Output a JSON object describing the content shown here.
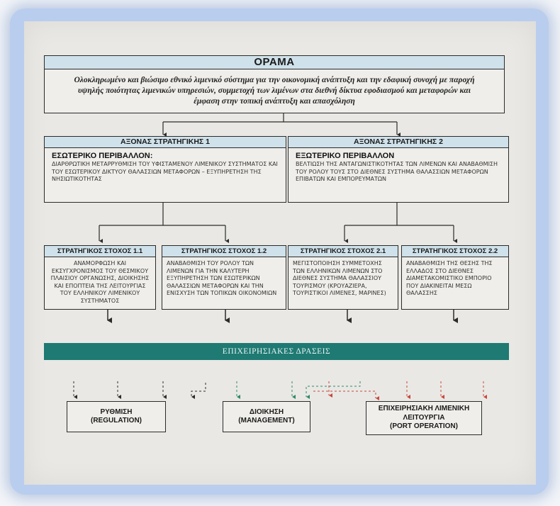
{
  "vision": {
    "title": "ΟΡΑΜΑ",
    "text": "Ολοκληρωμένο και βιώσιμο εθνικό λιμενικό σύστημα για την οικονομική ανάπτυξη και την εδαφική συνοχή με παροχή υψηλής ποιότητας λιμενικών υπηρεσιών, συμμετοχή των λιμένων στα διεθνή δίκτυα εφοδιασμού και μεταφορών και έμφαση στην τοπική ανάπτυξη και απασχόληση"
  },
  "axes": [
    {
      "title": "ΑΞΟΝΑΣ ΣΤΡΑΤΗΓΙΚΗΣ 1",
      "subtitle": "ΕΣΩΤΕΡΙΚΟ ΠΕΡΙΒΑΛΛΟΝ:",
      "text": "ΔΙΑΡΘΡΩΤΙΚΗ ΜΕΤΑΡΡΥΘΜΙΣΗ ΤΟΥ ΥΦΙΣΤΑΜΕΝΟΥ ΛΙΜΕΝΙΚΟΥ ΣΥΣΤΗΜΑΤΟΣ ΚΑΙ ΤΟΥ ΕΣΩΤΕΡΙΚΟΥ ΔΙΚΤΥΟΥ ΘΑΛΑΣΣΙΩΝ ΜΕΤΑΦΟΡΩΝ – ΕΞΥΠΗΡΕΤΗΣΗ ΤΗΣ ΝΗΣΙΩΤΙΚΟΤΗΤΑΣ"
    },
    {
      "title": "ΑΞΟΝΑΣ ΣΤΡΑΤΗΓΙΚΗΣ 2",
      "subtitle": "ΕΞΩΤΕΡΙΚΟ ΠΕΡΙΒΑΛΛΟΝ",
      "text": "ΒΕΛΤΙΩΣΗ ΤΗΣ ΑΝΤΑΓΩΝΙΣΤΙΚΟΤΗΤΑΣ ΤΩΝ ΛΙΜΕΝΩΝ ΚΑΙ ΑΝΑΒΑΘΜΙΣΗ ΤΟΥ ΡΟΛΟΥ ΤΟΥΣ ΣΤΟ ΔΙΕΘΝΕΣ ΣΥΣΤΗΜΑ ΘΑΛΑΣΣΙΩΝ ΜΕΤΑΦΟΡΩΝ ΕΠΙΒΑΤΩΝ ΚΑΙ ΕΜΠΟΡΕΥΜΑΤΩΝ"
    }
  ],
  "goals": [
    {
      "title": "ΣΤΡΑΤΗΓΙΚΟΣ ΣΤΟΧΟΣ 1.1",
      "text": "ΑΝΑΜΟΡΦΩΣΗ ΚΑΙ ΕΚΣΥΓΧΡΟΝΙΣΜΟΣ ΤΟΥ ΘΕΣΜΙΚΟΥ ΠΛΑΙΣΙΟΥ ΟΡΓΑΝΩΣΗΣ, ΔΙΟΙΚΗΣΗΣ ΚΑΙ ΕΠΟΠΤΕΙΑ ΤΗΣ ΛΕΙΤΟΥΡΓΙΑΣ ΤΟΥ ΕΛΛΗΝΙΚΟΥ ΛΙΜΕΝΙΚΟΥ ΣΥΣΤΗΜΑΤΟΣ"
    },
    {
      "title": "ΣΤΡΑΤΗΓΙΚΟΣ ΣΤΟΧΟΣ 1.2",
      "text": "ΑΝΑΒΑΘΜΙΣΗ ΤΟΥ ΡΟΛΟΥ ΤΩΝ ΛΙΜΕΝΩΝ ΓΙΑ ΤΗΝ ΚΑΛΥΤΕΡΗ ΕΞΥΠΗΡΕΤΗΣΗ ΤΩΝ ΕΣΩΤΕΡΙΚΩΝ ΘΑΛΑΣΣΙΩΝ ΜΕΤΑΦΟΡΩΝ ΚΑΙ ΤΗΝ ΕΝΙΣΧΥΣΗ ΤΩΝ ΤΟΠΙΚΩΝ ΟΙΚΟΝΟΜΙΩΝ"
    },
    {
      "title": "ΣΤΡΑΤΗΓΙΚΟΣ ΣΤΟΧΟΣ 2.1",
      "text": "ΜΕΓΙΣΤΟΠΟΙΗΣΗ ΣΥΜΜΕΤΟΧΗΣ ΤΩΝ ΕΛΛΗΝΙΚΩΝ ΛΙΜΕΝΩΝ ΣΤΟ ΔΙΕΘΝΕΣ ΣΥΣΤΗΜΑ ΘΑΛΑΣΣΙΟΥ ΤΟΥΡΙΣΜΟΥ (ΚΡΟΥΑΖΙΕΡΑ, ΤΟΥΡΙΣΤΙΚΟΙ ΛΙΜΕΝΕΣ, ΜΑΡΙΝΕΣ)"
    },
    {
      "title": "ΣΤΡΑΤΗΓΙΚΟΣ ΣΤΟΧΟΣ 2.2",
      "text": "ΑΝΑΒΑΘΜΙΣΗ ΤΗΣ ΘΕΣΗΣ ΤΗΣ ΕΛΛΑΔΟΣ ΣΤΟ ΔΙΕΘΝΕΣ ΔΙΑΜΕΤΑΚΟΜΙΣΤΙΚΟ ΕΜΠΟΡΙΟ ΠΟΥ ΔΙΑΚΙΝΕΙΤΑΙ ΜΕΣΩ ΘΑΛΑΣΣΗΣ"
    }
  ],
  "actions_band": "ΕΠΙΧΕΙΡΗΣΙΑΚΕΣ ΔΡΑΣΕΙΣ",
  "outcomes": [
    {
      "line1": "ΡΥΘΜΙΣΗ",
      "line2": "(REGULATION)"
    },
    {
      "line1": "ΔΙΟΙΚΗΣΗ",
      "line2": "(MANAGEMENT)"
    },
    {
      "line1": "ΕΠΙΧΕΙΡΗΣΙΑΚΗ ΛΙΜΕΝΙΚΗ ΛΕΙΤΟΥΡΓΙΑ",
      "line2": "(PORT OPERATION)"
    }
  ],
  "colors": {
    "header_fill": "#cfe1ea",
    "band_fill": "#1e7a73",
    "arrow_black": "#2b2b2b",
    "arrow_green": "#2e8a6a",
    "arrow_red": "#c8473e"
  }
}
